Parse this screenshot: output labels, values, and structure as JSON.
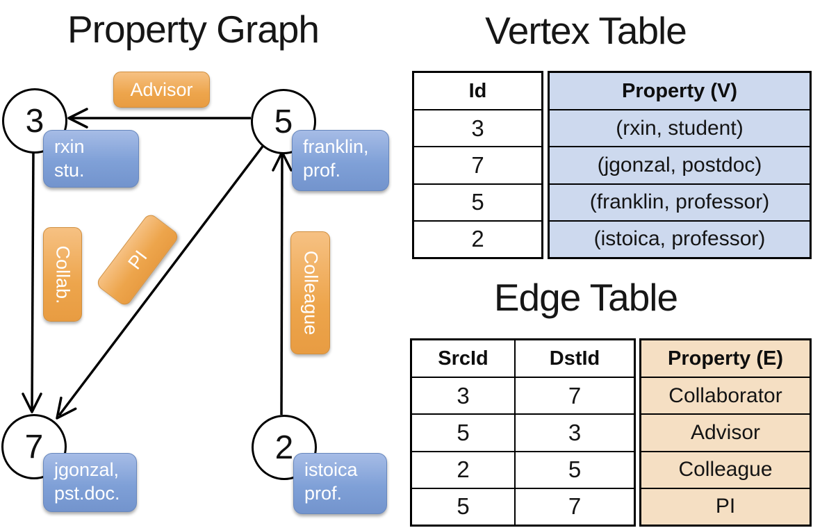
{
  "graph": {
    "title": "Property Graph",
    "nodes": [
      {
        "id": "3",
        "property_line1": "rxin",
        "property_line2": "stu."
      },
      {
        "id": "5",
        "property_line1": "franklin,",
        "property_line2": "prof."
      },
      {
        "id": "7",
        "property_line1": "jgonzal,",
        "property_line2": "pst.doc."
      },
      {
        "id": "2",
        "property_line1": "istoica",
        "property_line2": "prof."
      }
    ],
    "edge_labels": {
      "advisor": "Advisor",
      "collab": "Collab.",
      "pi": "PI",
      "colleague": "Colleague"
    }
  },
  "vertex_table": {
    "title": "Vertex Table",
    "columns": {
      "id": "Id",
      "property": "Property (V)"
    },
    "rows": [
      {
        "id": "3",
        "property": "(rxin, student)"
      },
      {
        "id": "7",
        "property": "(jgonzal, postdoc)"
      },
      {
        "id": "5",
        "property": "(franklin, professor)"
      },
      {
        "id": "2",
        "property": "(istoica, professor)"
      }
    ]
  },
  "edge_table": {
    "title": "Edge Table",
    "columns": {
      "src": "SrcId",
      "dst": "DstId",
      "property": "Property (E)"
    },
    "rows": [
      {
        "src": "3",
        "dst": "7",
        "property": "Collaborator"
      },
      {
        "src": "5",
        "dst": "3",
        "property": "Advisor"
      },
      {
        "src": "2",
        "dst": "5",
        "property": "Colleague"
      },
      {
        "src": "5",
        "dst": "7",
        "property": "PI"
      }
    ]
  },
  "colors": {
    "vertex_property_fill": "#cdd9ee",
    "edge_property_fill": "#f5dfc3",
    "vertex_box_blue": "#7fa0d7",
    "edge_label_orange": "#eda54c",
    "line_black": "#000000",
    "background": "#ffffff"
  }
}
